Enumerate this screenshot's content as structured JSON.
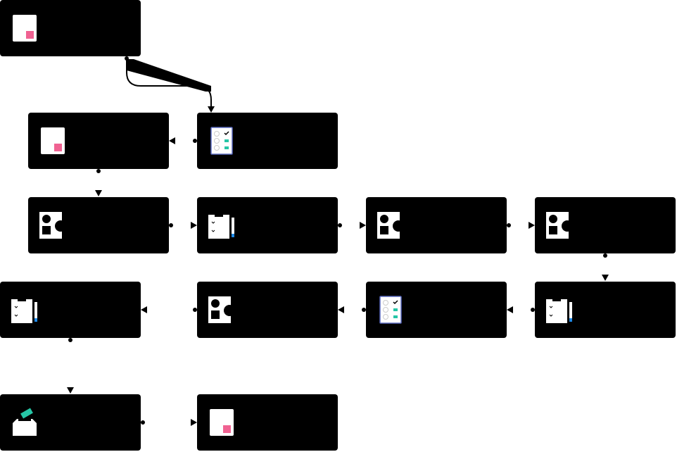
{
  "colors": {
    "node_fill": "#000000",
    "page_paper": "#ffffff",
    "page_accent": "#f06292",
    "form_accent": "#26c6a6",
    "checklist_border": "#5c6bc0",
    "pencil_accent": "#1e88e5",
    "connector": "#000000"
  },
  "nodes": [
    {
      "id": "n1",
      "icon": "document-icon",
      "label": ""
    },
    {
      "id": "n2",
      "icon": "document-icon",
      "label": ""
    },
    {
      "id": "n3",
      "icon": "checklist-icon",
      "label": ""
    },
    {
      "id": "n4",
      "icon": "shapes-icon",
      "label": ""
    },
    {
      "id": "n5",
      "icon": "clipboard-icon",
      "label": ""
    },
    {
      "id": "n6",
      "icon": "shapes-icon",
      "label": ""
    },
    {
      "id": "n7",
      "icon": "shapes-icon",
      "label": ""
    },
    {
      "id": "n8",
      "icon": "clipboard-icon",
      "label": ""
    },
    {
      "id": "n9",
      "icon": "shapes-icon",
      "label": ""
    },
    {
      "id": "n10",
      "icon": "checklist-icon",
      "label": ""
    },
    {
      "id": "n11",
      "icon": "clipboard-icon",
      "label": ""
    },
    {
      "id": "n12",
      "icon": "ballot-box-icon",
      "label": ""
    },
    {
      "id": "n13",
      "icon": "document-icon",
      "label": ""
    }
  ],
  "edges": [
    {
      "from": "n1",
      "to": "n3"
    },
    {
      "from": "n3",
      "to": "n2"
    },
    {
      "from": "n2",
      "to": "n4"
    },
    {
      "from": "n4",
      "to": "n5"
    },
    {
      "from": "n5",
      "to": "n6"
    },
    {
      "from": "n6",
      "to": "n7"
    },
    {
      "from": "n7",
      "to": "n8"
    },
    {
      "from": "n8",
      "to": "n10"
    },
    {
      "from": "n10",
      "to": "n9"
    },
    {
      "from": "n9",
      "to": "n11"
    },
    {
      "from": "n11",
      "to": "n12"
    },
    {
      "from": "n12",
      "to": "n13"
    }
  ]
}
